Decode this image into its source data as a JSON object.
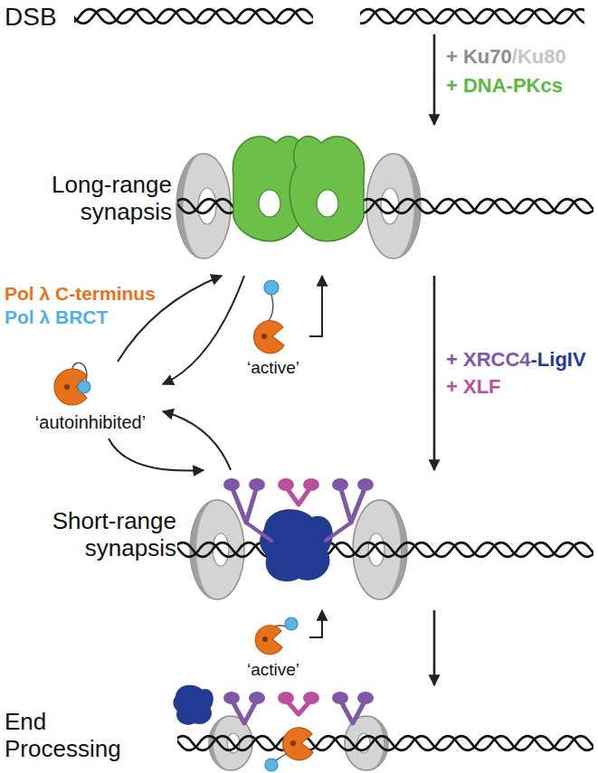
{
  "diagram": {
    "nodes": [
      {
        "text": [
          "DSB"
        ]
      },
      {
        "text": [
          "Long-range synapsis"
        ]
      },
      {
        "text": [
          "‘autoinhibited’"
        ]
      },
      {
        "text": [
          "‘active’"
        ]
      },
      {
        "text": [
          "Short-range synapsis"
        ]
      },
      {
        "text": [
          "‘active’"
        ]
      },
      {
        "text": [
          "End Processing"
        ]
      }
    ],
    "edges": [
      {
        "from": 0,
        "to": 1,
        "arrow": "to"
      },
      {
        "from": 1,
        "to": 4,
        "arrow": "to"
      },
      {
        "from": 4,
        "to": 6,
        "arrow": "to"
      },
      {
        "from": 2,
        "to": 1,
        "arrow": "to"
      },
      {
        "from": 1,
        "to": 2,
        "arrow": "to"
      },
      {
        "from": 2,
        "to": 4,
        "arrow": "to"
      },
      {
        "from": 4,
        "to": 2,
        "arrow": "to"
      },
      {
        "from": 3,
        "to": 1,
        "arrow": "to"
      },
      {
        "from": 5,
        "to": 4,
        "arrow": "to"
      }
    ],
    "labels": [
      "+ Ku70",
      "/Ku80",
      "+ DNA-PKcs",
      "Pol λ C-terminus",
      "Pol λ BRCT",
      "+ XRCC4",
      "-LigIV",
      "+ XLF"
    ]
  }
}
